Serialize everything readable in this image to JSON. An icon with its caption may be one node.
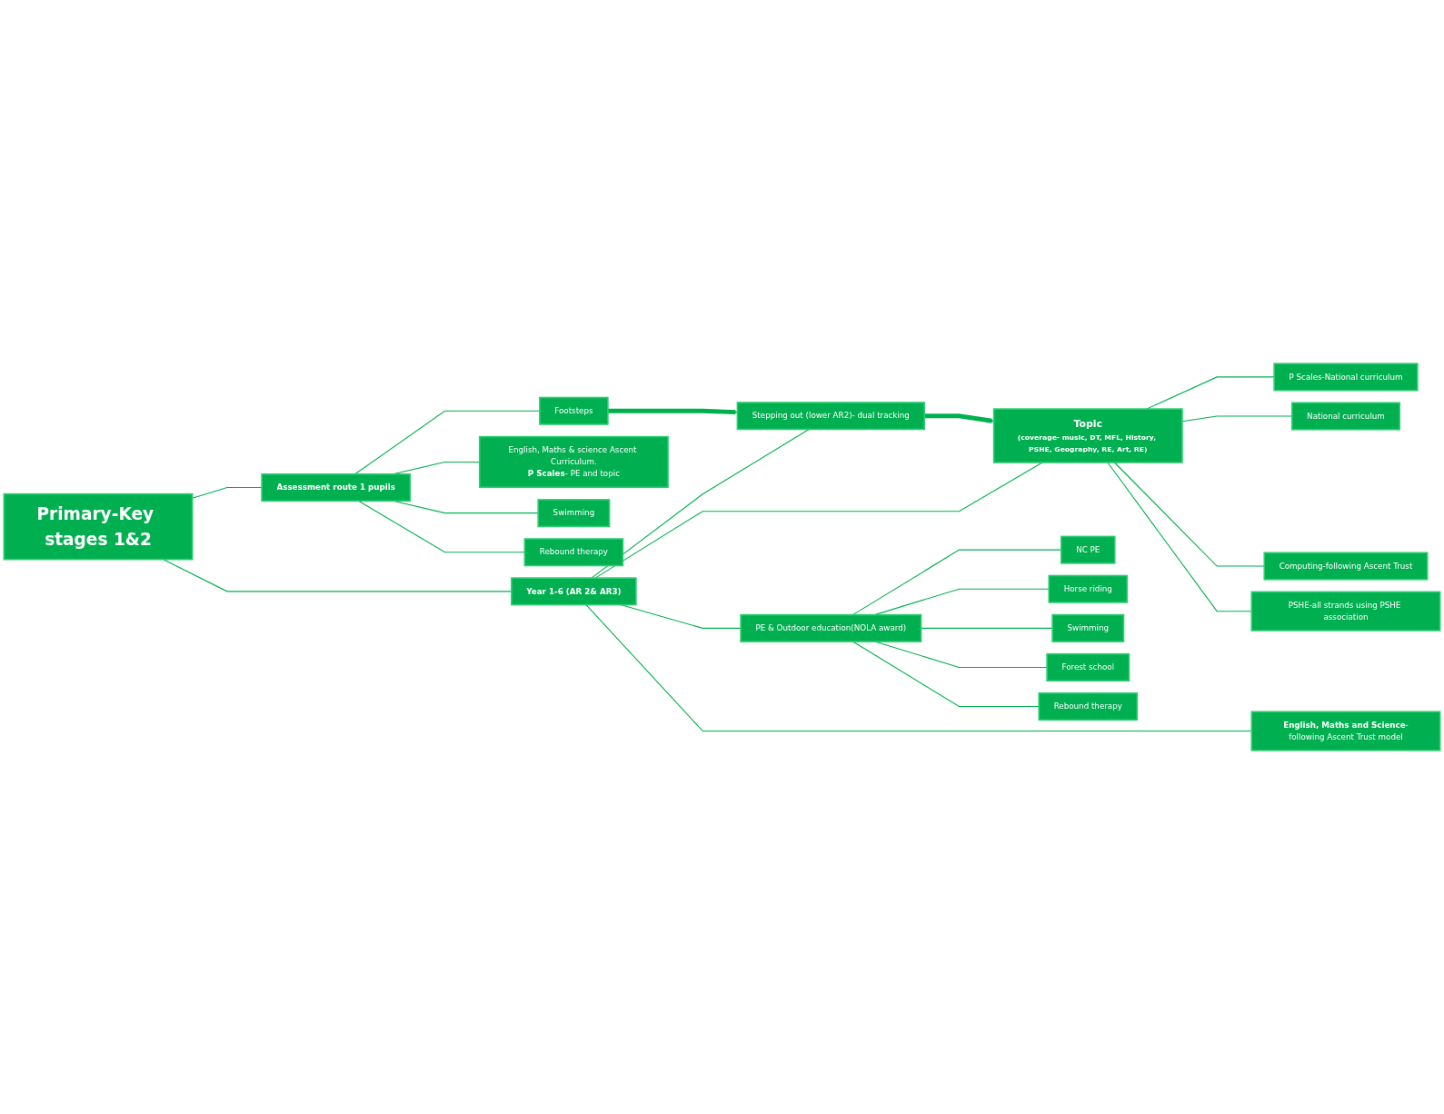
{
  "diagram": {
    "nodes": [
      {
        "text": [
          "Primary-Key stages 1&2"
        ]
      },
      {
        "text": [
          "Assessment route 1 pupils"
        ]
      },
      {
        "text": [
          "Year 1-6 (AR 2& AR3)"
        ]
      },
      {
        "text": [
          "Footsteps"
        ]
      },
      {
        "text": [
          "English, Maths & science Ascent Curriculum.",
          "**P Scales**- PE and topic"
        ]
      },
      {
        "text": [
          "Swimming"
        ]
      },
      {
        "text": [
          "Rebound therapy"
        ]
      },
      {
        "text": [
          "Stepping out (lower AR2)- dual tracking"
        ]
      },
      {
        "text": [
          "Topic",
          "(coverage- music, DT, MFL, History, PSHE, Geography, RE, Art, RE)"
        ]
      },
      {
        "text": [
          "PE & Outdoor education(NOLA award)"
        ]
      },
      {
        "text": [
          "**English, Maths and Science**-following Ascent Trust model"
        ]
      },
      {
        "text": [
          "P Scales-National curriculum"
        ]
      },
      {
        "text": [
          "National curriculum"
        ]
      },
      {
        "text": [
          "Computing-following Ascent Trust"
        ]
      },
      {
        "text": [
          "PSHE-all strands using PSHE association"
        ]
      },
      {
        "text": [
          "NC PE"
        ]
      },
      {
        "text": [
          "Horse riding"
        ]
      },
      {
        "text": [
          "Swimming"
        ]
      },
      {
        "text": [
          "Forest school"
        ]
      },
      {
        "text": [
          "Rebound therapy"
        ]
      }
    ],
    "edges": [
      {
        "from": 0,
        "to": 1,
        "arrow": "none"
      },
      {
        "from": 0,
        "to": 2,
        "arrow": "none"
      },
      {
        "from": 1,
        "to": 3,
        "arrow": "none"
      },
      {
        "from": 1,
        "to": 4,
        "arrow": "none"
      },
      {
        "from": 1,
        "to": 5,
        "arrow": "none"
      },
      {
        "from": 1,
        "to": 6,
        "arrow": "none"
      },
      {
        "from": 2,
        "to": 7,
        "arrow": "none"
      },
      {
        "from": 2,
        "to": 8,
        "arrow": "none"
      },
      {
        "from": 2,
        "to": 9,
        "arrow": "none"
      },
      {
        "from": 2,
        "to": 10,
        "arrow": "none"
      },
      {
        "from": 3,
        "to": 7,
        "arrow": "to",
        "style": "thick"
      },
      {
        "from": 7,
        "to": 8,
        "arrow": "to",
        "style": "thick"
      },
      {
        "from": 8,
        "to": 11,
        "arrow": "none"
      },
      {
        "from": 8,
        "to": 12,
        "arrow": "none"
      },
      {
        "from": 8,
        "to": 13,
        "arrow": "none"
      },
      {
        "from": 8,
        "to": 14,
        "arrow": "none"
      },
      {
        "from": 9,
        "to": 15,
        "arrow": "none"
      },
      {
        "from": 9,
        "to": 16,
        "arrow": "none"
      },
      {
        "from": 9,
        "to": 17,
        "arrow": "none"
      },
      {
        "from": 9,
        "to": 18,
        "arrow": "none"
      },
      {
        "from": 9,
        "to": 19,
        "arrow": "none"
      }
    ]
  }
}
